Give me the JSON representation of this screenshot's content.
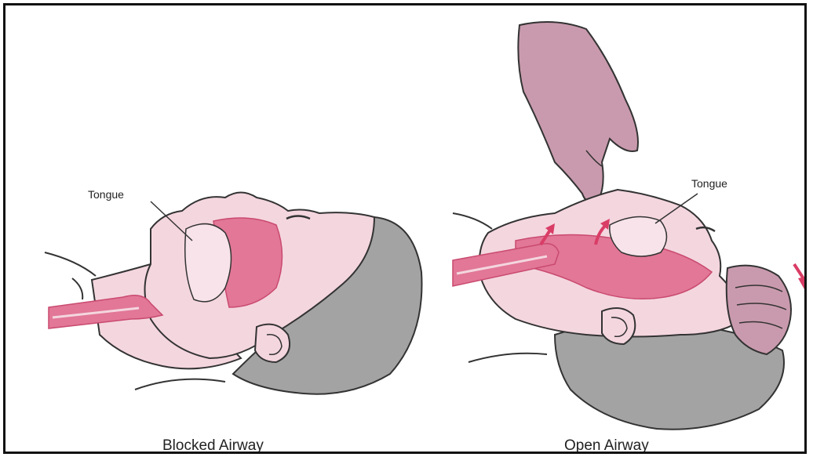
{
  "labels": {
    "tongue_left": "Tongue",
    "tongue_right": "Tongue",
    "caption_left": "Blocked Airway",
    "caption_right": "Open Airway"
  },
  "colors": {
    "skin": "#f4d6df",
    "skin_shadow": "#e9b8c8",
    "airway": "#e27797",
    "airway_dark": "#c94a6f",
    "hair": "#a3a3a3",
    "hand": "#c99aad",
    "outline": "#333333",
    "arrow": "#d93d66"
  }
}
